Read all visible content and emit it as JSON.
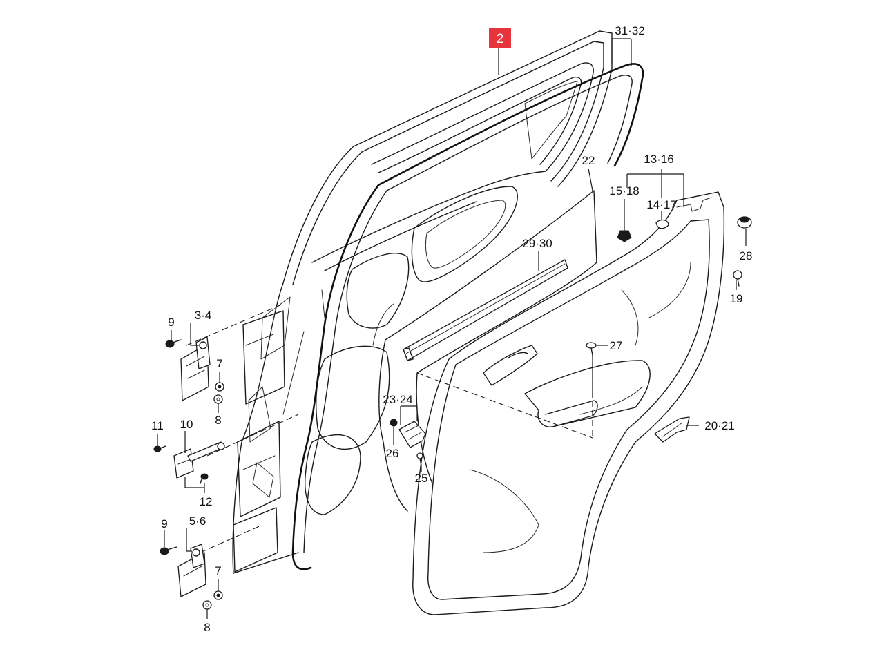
{
  "diagram": {
    "highlighted_part": "2",
    "highlight_color": "#e8343c",
    "line_color": "#1a1a1a",
    "callouts": {
      "c_31_32": "31·32",
      "c_2": "2",
      "c_22": "22",
      "c_13_16": "13·16",
      "c_15_18": "15·18",
      "c_14_17": "14·17",
      "c_28": "28",
      "c_19": "19",
      "c_29_30": "29·30",
      "c_27": "27",
      "c_20_21": "20·21",
      "c_23_24": "23·24",
      "c_26": "26",
      "c_25": "25",
      "c_9_top": "9",
      "c_3_4": "3·4",
      "c_7_top": "7",
      "c_8_top": "8",
      "c_11": "11",
      "c_10": "10",
      "c_12": "12",
      "c_9_bottom": "9",
      "c_5_6": "5·6",
      "c_7_bottom": "7",
      "c_8_bottom": "8"
    }
  }
}
